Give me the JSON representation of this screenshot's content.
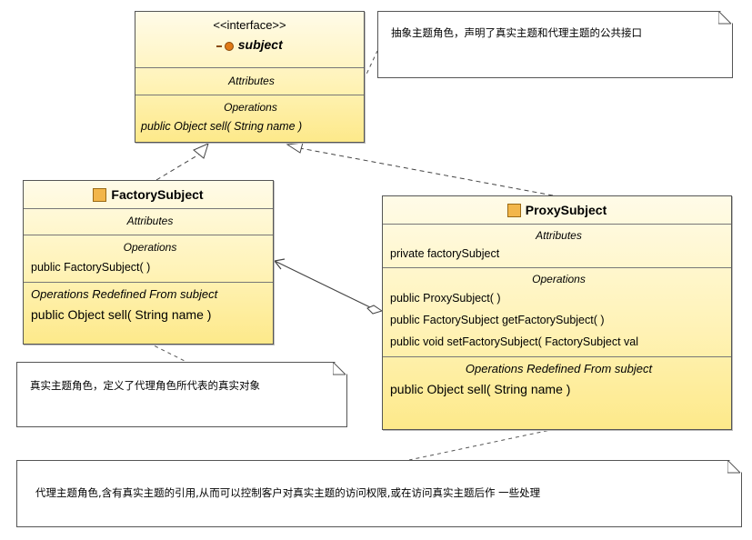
{
  "subject": {
    "stereotype": "<<interface>>",
    "name": "subject",
    "attributes_label": "Attributes",
    "operations_label": "Operations",
    "operations": [
      "public Object  sell( String name )"
    ]
  },
  "factory_subject": {
    "name": "FactorySubject",
    "attributes_label": "Attributes",
    "operations_label": "Operations",
    "operations": [
      "public FactorySubject(  )"
    ],
    "redefined_label": "Operations Redefined From subject",
    "redefined": [
      "public Object  sell( String name )"
    ]
  },
  "proxy_subject": {
    "name": "ProxySubject",
    "attributes_label": "Attributes",
    "attributes": [
      "private factorySubject"
    ],
    "operations_label": "Operations",
    "operations": [
      "public ProxySubject(  )",
      "public FactorySubject  getFactorySubject(  )",
      "public void  setFactorySubject( FactorySubject val"
    ],
    "redefined_label": "Operations Redefined From subject",
    "redefined": [
      "public Object  sell( String name )"
    ]
  },
  "notes": {
    "subject_note": "抽象主题角色，声明了真实主题和代理主题的公共接口",
    "factory_note": "真实主题角色，定义了代理角色所代表的真实对象",
    "proxy_note": "代理主题角色,含有真实主题的引用,从而可以控制客户对真实主题的访问权限,或在访问真实主题后作 一些处理"
  }
}
